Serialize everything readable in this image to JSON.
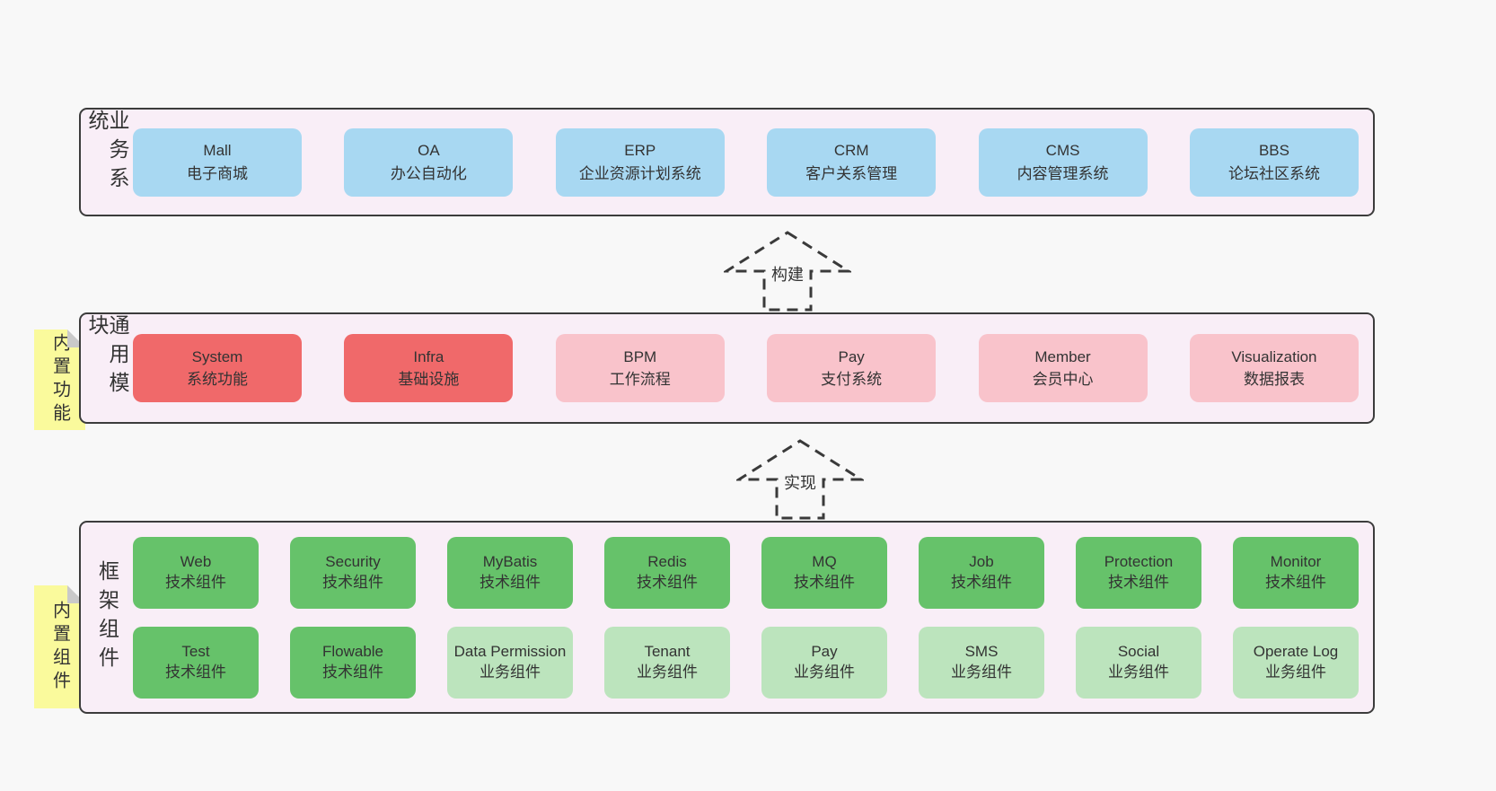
{
  "colors": {
    "background": "#f8f8f8",
    "panel_fill": "#f9eef7",
    "panel_border": "#3c3c3c",
    "box_blue": "#a8d8f2",
    "box_red": "#f0696a",
    "box_pink": "#f9c3cb",
    "box_green": "#66c26a",
    "box_green_light": "#bce4bd",
    "note_yellow": "#fafa9c",
    "note_fold_gray": "#c9c9c9",
    "text": "#333333"
  },
  "arrows": [
    {
      "label": "构建"
    },
    {
      "label": "实现"
    }
  ],
  "layers": [
    {
      "label": "业务系统",
      "boxes": [
        {
          "title": "Mall",
          "subtitle": "电子商城"
        },
        {
          "title": "OA",
          "subtitle": "办公自动化"
        },
        {
          "title": "ERP",
          "subtitle": "企业资源计划系统"
        },
        {
          "title": "CRM",
          "subtitle": "客户关系管理"
        },
        {
          "title": "CMS",
          "subtitle": "内容管理系统"
        },
        {
          "title": "BBS",
          "subtitle": "论坛社区系统"
        }
      ]
    },
    {
      "label": "通用模块",
      "note": "内置功能",
      "boxes": [
        {
          "title": "System",
          "subtitle": "系统功能"
        },
        {
          "title": "Infra",
          "subtitle": "基础设施"
        },
        {
          "title": "BPM",
          "subtitle": "工作流程"
        },
        {
          "title": "Pay",
          "subtitle": "支付系统"
        },
        {
          "title": "Member",
          "subtitle": "会员中心"
        },
        {
          "title": "Visualization",
          "subtitle": "数据报表"
        }
      ]
    },
    {
      "label": "框架组件",
      "note": "内置组件",
      "row1": [
        {
          "title": "Web",
          "subtitle": "技术组件"
        },
        {
          "title": "Security",
          "subtitle": "技术组件"
        },
        {
          "title": "MyBatis",
          "subtitle": "技术组件"
        },
        {
          "title": "Redis",
          "subtitle": "技术组件"
        },
        {
          "title": "MQ",
          "subtitle": "技术组件"
        },
        {
          "title": "Job",
          "subtitle": "技术组件"
        },
        {
          "title": "Protection",
          "subtitle": "技术组件"
        },
        {
          "title": "Monitor",
          "subtitle": "技术组件"
        }
      ],
      "row2": [
        {
          "title": "Test",
          "subtitle": "技术组件"
        },
        {
          "title": "Flowable",
          "subtitle": "技术组件"
        },
        {
          "title": "Data Permission",
          "subtitle": "业务组件"
        },
        {
          "title": "Tenant",
          "subtitle": "业务组件"
        },
        {
          "title": "Pay",
          "subtitle": "业务组件"
        },
        {
          "title": "SMS",
          "subtitle": "业务组件"
        },
        {
          "title": "Social",
          "subtitle": "业务组件"
        },
        {
          "title": "Operate Log",
          "subtitle": "业务组件"
        }
      ]
    }
  ]
}
